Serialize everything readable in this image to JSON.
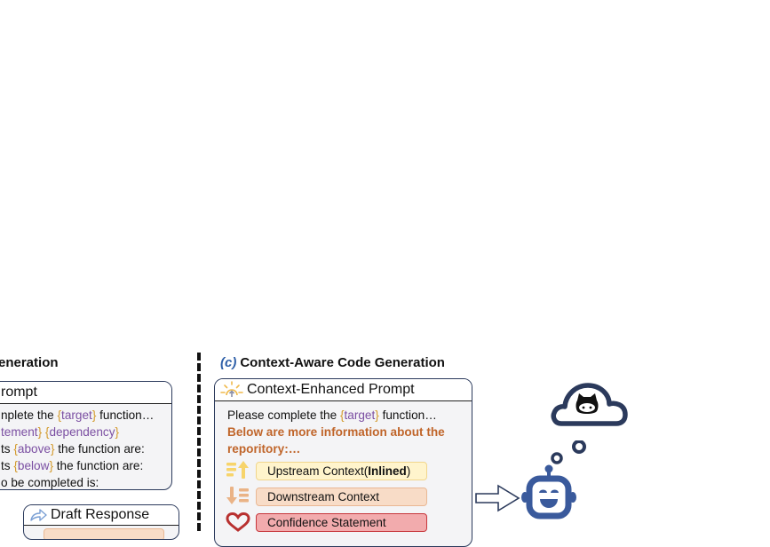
{
  "left_section": {
    "heading_fragment": "eneration",
    "prompt_panel": {
      "title_fragment": "rompt",
      "lines": [
        {
          "pre": "nplete the ",
          "ph": "target",
          "post": " function…"
        },
        {
          "pre": "",
          "ph_tail": "tement",
          "ph2": "dependency"
        },
        {
          "pre": "ts ",
          "ph": "above",
          "post": " the function are:"
        },
        {
          "pre": "ts ",
          "ph": "below",
          "post": " the function are:"
        },
        {
          "pre": "o be completed is:"
        }
      ]
    },
    "draft_panel": {
      "title": "Draft Response",
      "icon": "share-arrow-icon"
    }
  },
  "right_section": {
    "tag": "(c)",
    "heading": "Context-Aware Code Generation",
    "panel": {
      "title": "Context-Enhanced Prompt",
      "icon": "sun-arrow-icon",
      "line1_pre": "Please complete the ",
      "line1_ph": "target",
      "line1_post": " function…",
      "highlight_line1": "Below are more information about the",
      "highlight_line2": "reporitory:…",
      "items": [
        {
          "label_pre": "Upstream Context(",
          "label_bold": "Inlined",
          "label_post": ")",
          "icon": "sort-up-icon"
        },
        {
          "label_pre": "Downstream Context",
          "icon": "sort-down-icon"
        },
        {
          "label_pre": "Confidence Statement",
          "icon": "heart-icon"
        }
      ]
    },
    "arrow_icon": "right-arrow-icon",
    "robot_icon": "robot-icon",
    "thought_icon": "github-cloud-icon"
  },
  "colors": {
    "accent_blue": "#2e5fa8",
    "navy": "#2b3a5c",
    "placeholder_purple": "#7b4fa2",
    "brace_gold": "#d39a2c",
    "highlight_orange": "#c0652a",
    "robot_blue": "#3a5a9c"
  }
}
